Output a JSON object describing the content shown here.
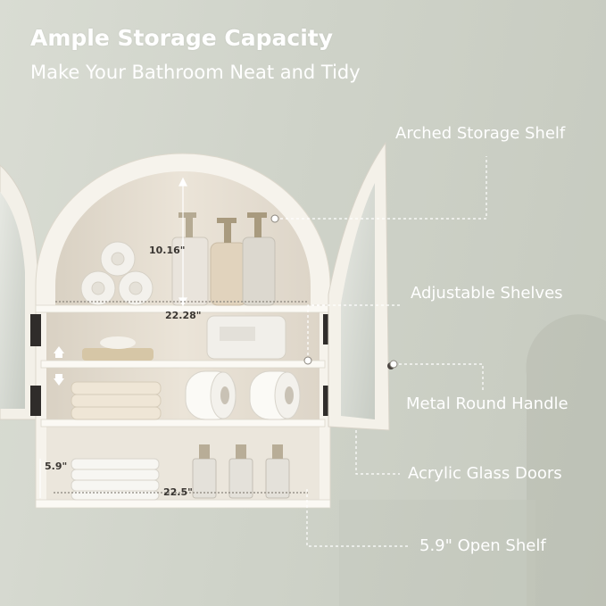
{
  "title": "Ample Storage Capacity",
  "subtitle": "Make Your Bathroom Neat and Tidy",
  "features": [
    "Arched Storage Shelf",
    "Adjustable Shelves",
    "Metal Round Handle",
    "Acrylic Glass Doors",
    "5.9\" Open Shelf"
  ],
  "dimensions": {
    "arch_height": "10.16\"",
    "shelf_width_top": "22.28\"",
    "open_shelf_height": "5.9\"",
    "shelf_width_bottom": "22.5\""
  },
  "colors": {
    "wall": "#d2d5cc",
    "cabinet": "#f5f2ea",
    "interior": "#e8e1d4",
    "text": "#ffffff"
  }
}
